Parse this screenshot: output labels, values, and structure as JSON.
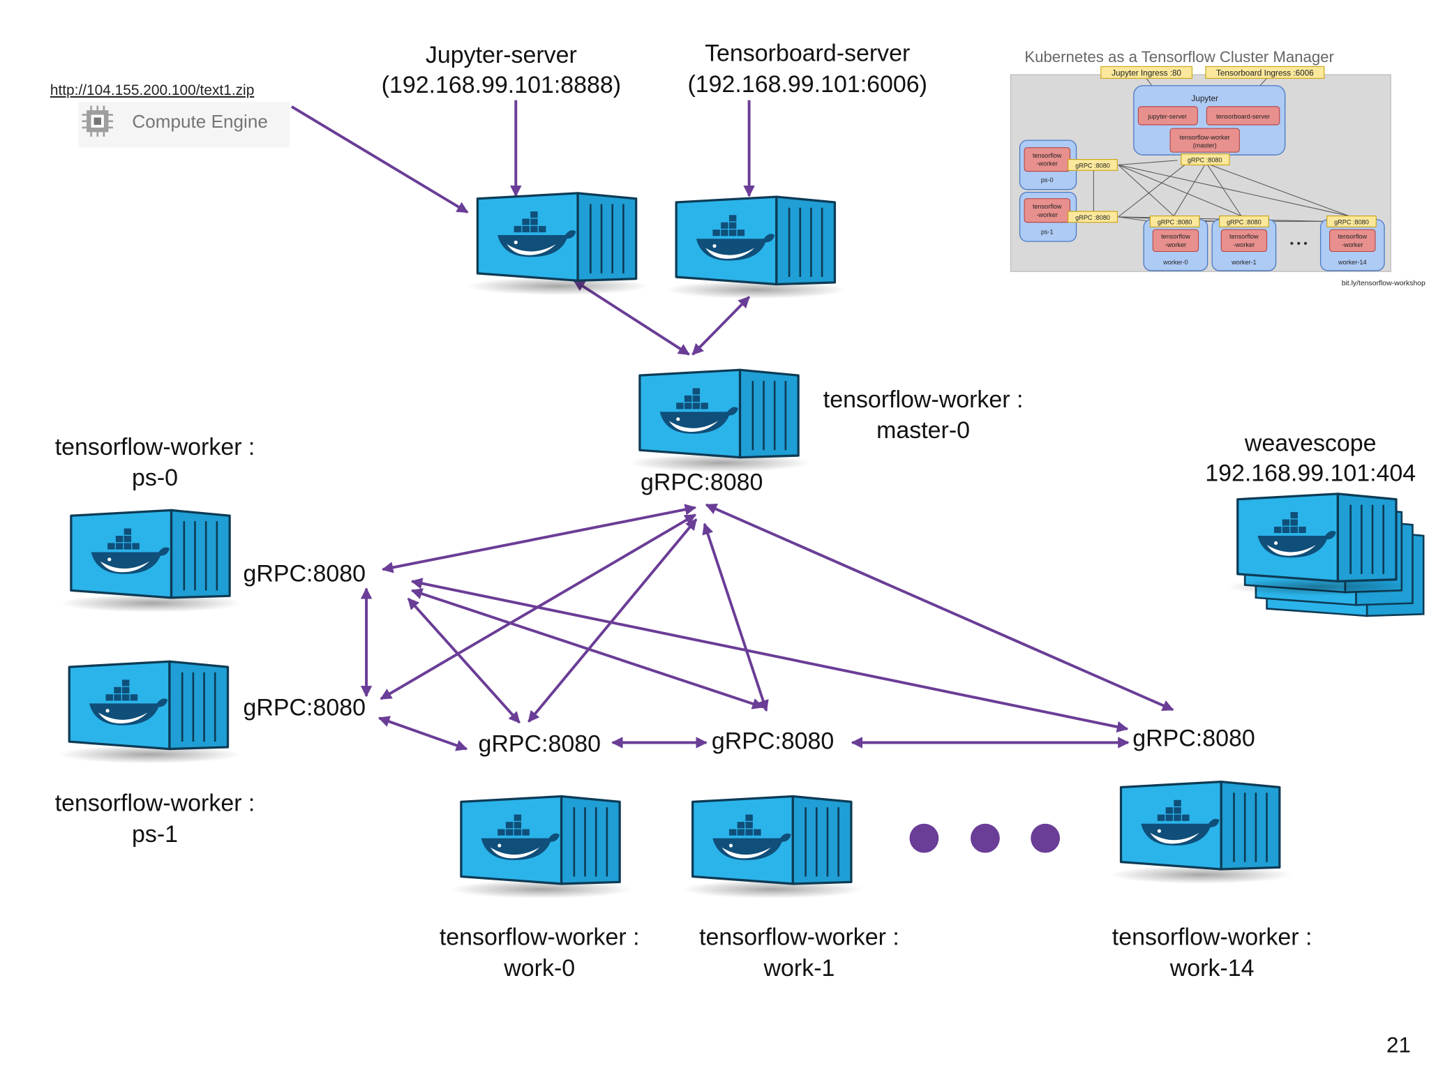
{
  "source": {
    "url": "http://104.155.200.100/text1.zip",
    "service": "Compute Engine",
    "service_icon": "chip-icon"
  },
  "servers": {
    "jupyter": {
      "name": "Jupyter-server",
      "address": "(192.168.99.101:8888)"
    },
    "tensorboard": {
      "name": "Tensorboard-server",
      "address": "(192.168.99.101:6006)"
    }
  },
  "nodes": {
    "master": {
      "line1": "tensorflow-worker :",
      "line2": "master-0",
      "port": "gRPC:8080"
    },
    "ps0": {
      "line1": "tensorflow-worker :",
      "line2": "ps-0",
      "port": "gRPC:8080"
    },
    "ps1": {
      "line1": "tensorflow-worker :",
      "line2": "ps-1",
      "port": "gRPC:8080"
    },
    "work0": {
      "line1": "tensorflow-worker :",
      "line2": "work-0",
      "port": "gRPC:8080"
    },
    "work1": {
      "line1": "tensorflow-worker :",
      "line2": "work-1",
      "port": "gRPC:8080"
    },
    "work14": {
      "line1": "tensorflow-worker :",
      "line2": "work-14",
      "port": "gRPC:8080"
    }
  },
  "weavescope": {
    "name": "weavescope",
    "address": "192.168.99.101:404"
  },
  "inset": {
    "title": "Kubernetes as a Tensorflow Cluster Manager",
    "jupyter_ingress": "Jupyter Ingress :80",
    "tensorboard_ingress": "Tensorboard Ingress :6006",
    "jupyter_group": "Jupyter",
    "jupyter_server": "jupyter-server",
    "tensorboard_server": "tensorboard-server",
    "master_line1": "tensorflow-worker",
    "master_line2": "(master)",
    "grpc": "gRPC :8080",
    "tf_line1": "tensorflow",
    "tf_line2": "-worker",
    "ps0": "ps-0",
    "ps1": "ps-1",
    "worker0": "worker-0",
    "worker1": "worker-1",
    "worker14": "worker-14",
    "ellipsis": "• • •",
    "credit": "bit.ly/tensorflow-workshop"
  },
  "page_number": "21",
  "colors": {
    "arrow": "#6a3d96",
    "container": "#2bb4ea",
    "container_dark": "#1a6f99",
    "dots": "#6a3d96",
    "inset_bg": "#d9d9d9",
    "inset_group": "#aecbf5",
    "inset_red": "#e8908e",
    "inset_yellow": "#fbe89c"
  }
}
